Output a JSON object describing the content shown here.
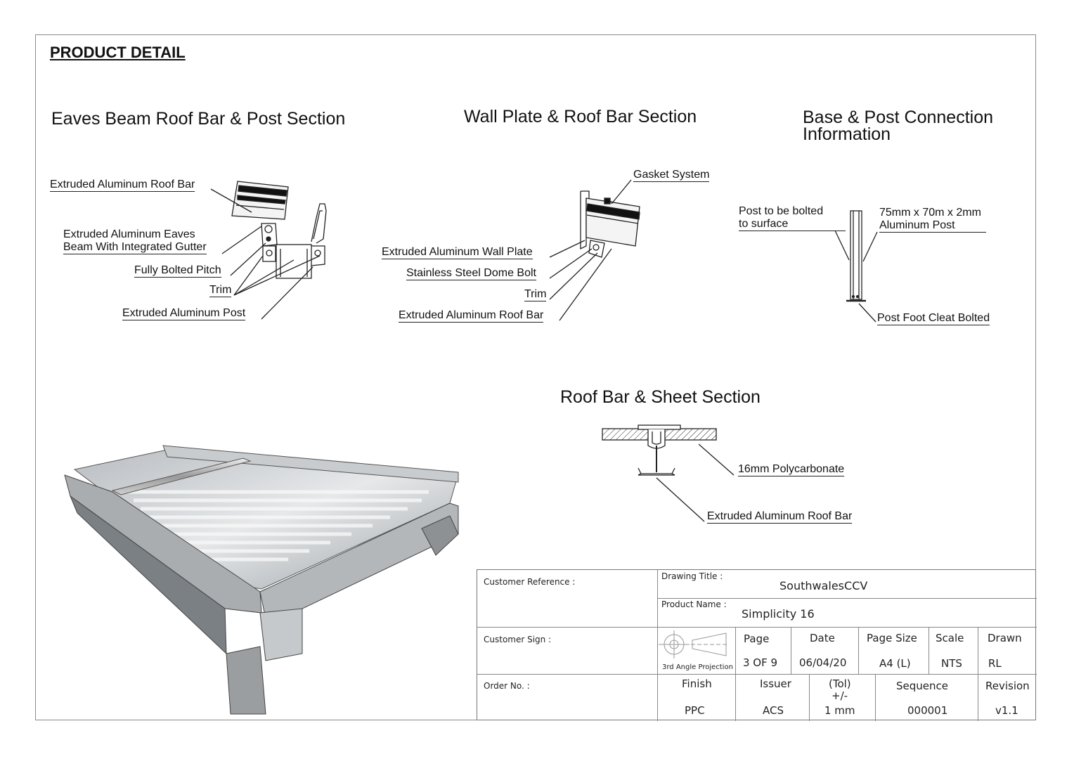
{
  "page_title": "PRODUCT DETAIL",
  "sections": {
    "eaves": {
      "title": "Eaves Beam Roof Bar & Post Section",
      "labels": [
        "Extruded Aluminum Roof Bar",
        "Extruded Aluminum Eaves",
        "Beam With Integrated Gutter",
        "Fully Bolted Pitch",
        "Trim",
        "Extruded Aluminum Post"
      ]
    },
    "wall": {
      "title": "Wall Plate & Roof Bar Section",
      "labels": [
        "Gasket System",
        "Extruded Aluminum Wall Plate",
        "Stainless Steel Dome Bolt",
        "Trim",
        "Extruded Aluminum Roof Bar"
      ]
    },
    "base": {
      "title_line1": "Base & Post Connection",
      "title_line2": "Information",
      "labels": [
        "Post to be bolted",
        "to surface",
        "75mm x 70m x 2mm",
        "Aluminum Post",
        "Post Foot Cleat Bolted"
      ]
    },
    "sheet": {
      "title": "Roof Bar & Sheet Section",
      "labels": [
        "16mm Polycarbonate",
        "Extruded Aluminum Roof Bar"
      ]
    }
  },
  "title_block": {
    "customer_reference_label": "Customer Reference :",
    "drawing_title_label": "Drawing Title :",
    "drawing_title": "SouthwalesCCV",
    "product_name_label": "Product Name :",
    "product_name": "Simplicity 16",
    "customer_sign_label": "Customer Sign :",
    "projection_label": "3rd Angle Projection",
    "page_label": "Page",
    "page_value": "3 OF 9",
    "date_label": "Date",
    "date_value": "06/04/20",
    "page_size_label": "Page Size",
    "page_size_value": "A4 (L)",
    "scale_label": "Scale",
    "scale_value": "NTS",
    "drawn_label": "Drawn",
    "drawn_value": "RL",
    "order_no_label": "Order No. :",
    "finish_label": "Finish",
    "finish_value": "PPC",
    "issuer_label": "Issuer",
    "issuer_value": "ACS",
    "tol_label_1": "(Tol)",
    "tol_label_2": "+/-",
    "tol_value": "1 mm",
    "sequence_label": "Sequence",
    "sequence_value": "000001",
    "revision_label": "Revision",
    "revision_value": "v1.1"
  },
  "colors": {
    "line": "#222222",
    "frame": "#8a8a8a",
    "render_light": "#d8d8d8",
    "render_dark": "#7a7a7a"
  }
}
